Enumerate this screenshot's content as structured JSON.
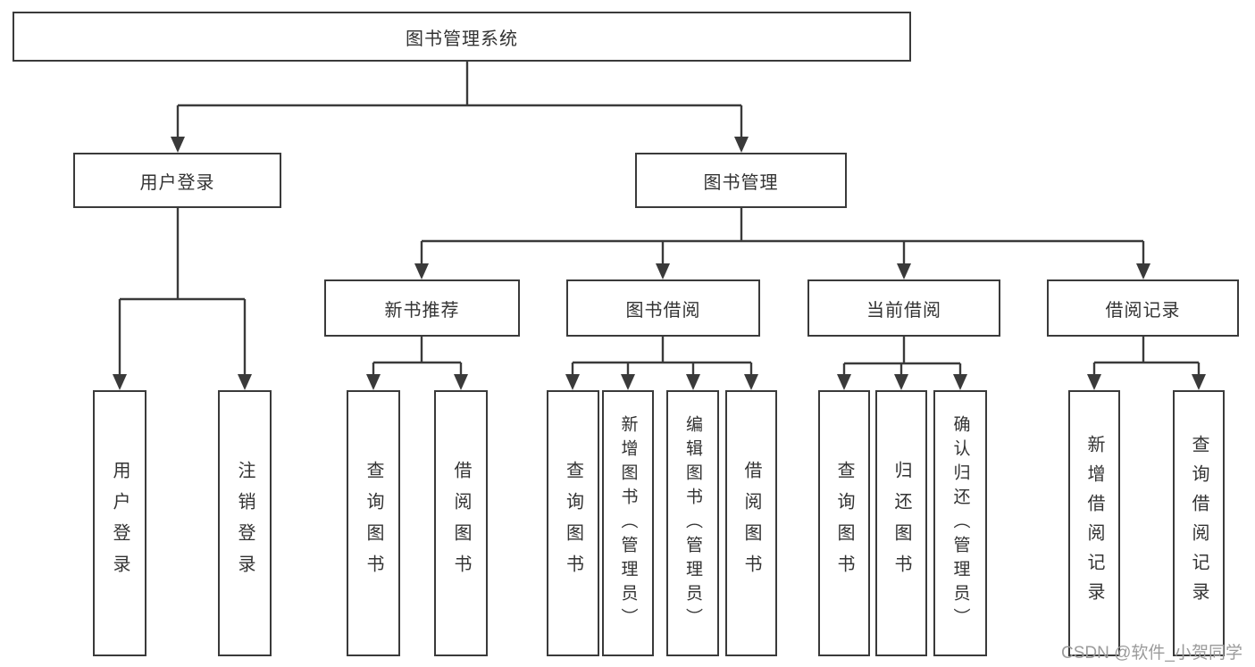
{
  "diagram_type": "hierarchy",
  "watermark": "CSDN @软件_小贺同学",
  "colors": {
    "line": "#3a3a3a",
    "box_border": "#3a3a3a",
    "box_fill": "#ffffff",
    "text": "#333333",
    "watermark": "#9b9b9b"
  },
  "tree": {
    "label": "图书管理系统",
    "children": [
      {
        "label": "用户登录",
        "children": [
          {
            "label": "用户登录"
          },
          {
            "label": "注销登录"
          }
        ]
      },
      {
        "label": "图书管理",
        "children": [
          {
            "label": "新书推荐",
            "children": [
              {
                "label": "查询图书"
              },
              {
                "label": "借阅图书"
              }
            ]
          },
          {
            "label": "图书借阅",
            "children": [
              {
                "label": "查询图书"
              },
              {
                "label": "新增图书（管理员）"
              },
              {
                "label": "编辑图书（管理员）"
              },
              {
                "label": "借阅图书"
              }
            ]
          },
          {
            "label": "当前借阅",
            "children": [
              {
                "label": "查询图书"
              },
              {
                "label": "归还图书"
              },
              {
                "label": "确认归还（管理员）"
              }
            ]
          },
          {
            "label": "借阅记录",
            "children": [
              {
                "label": "新增借阅记录"
              },
              {
                "label": "查询借阅记录"
              }
            ]
          }
        ]
      }
    ]
  }
}
